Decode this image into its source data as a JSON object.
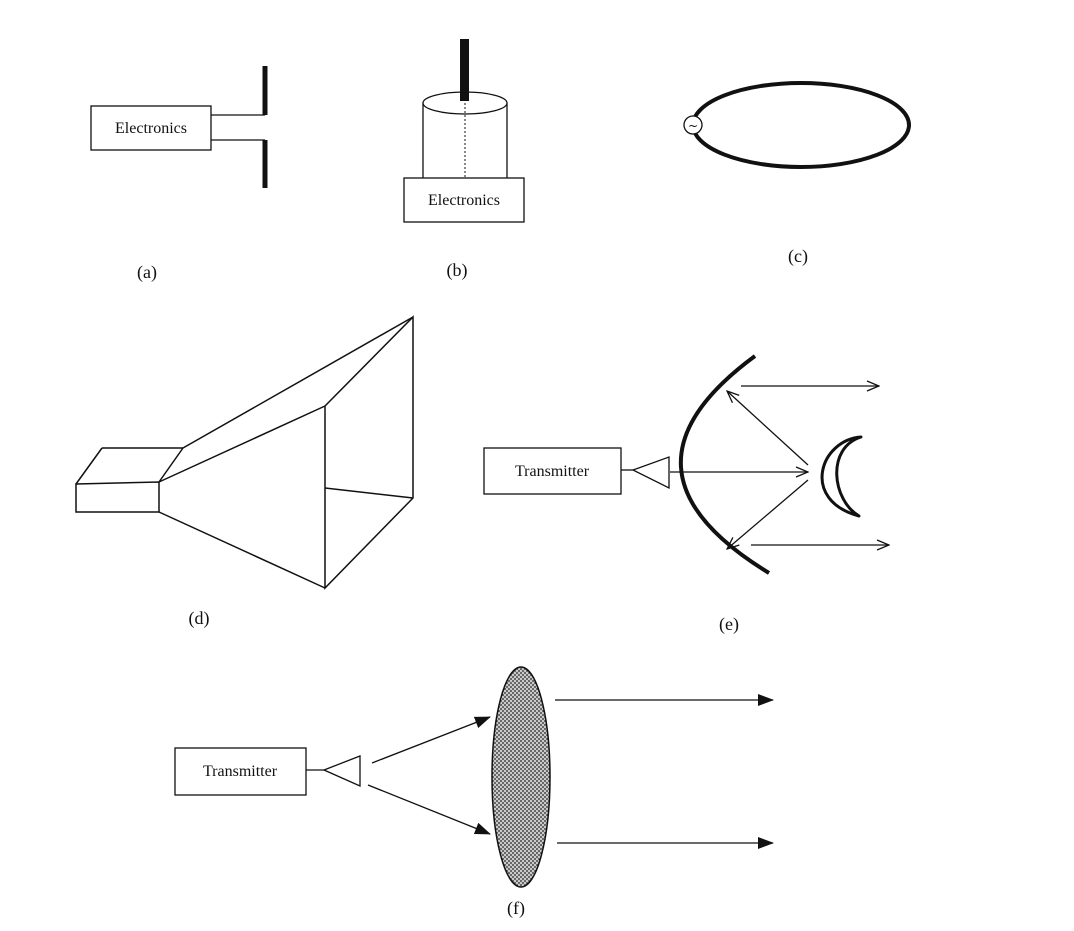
{
  "panels": {
    "a": {
      "caption": "(a)",
      "box_label": "Electronics"
    },
    "b": {
      "caption": "(b)",
      "box_label": "Electronics"
    },
    "c": {
      "caption": "(c)",
      "source_symbol": "~"
    },
    "d": {
      "caption": "(d)"
    },
    "e": {
      "caption": "(e)",
      "box_label": "Transmitter"
    },
    "f": {
      "caption": "(f)",
      "box_label": "Transmitter"
    }
  }
}
